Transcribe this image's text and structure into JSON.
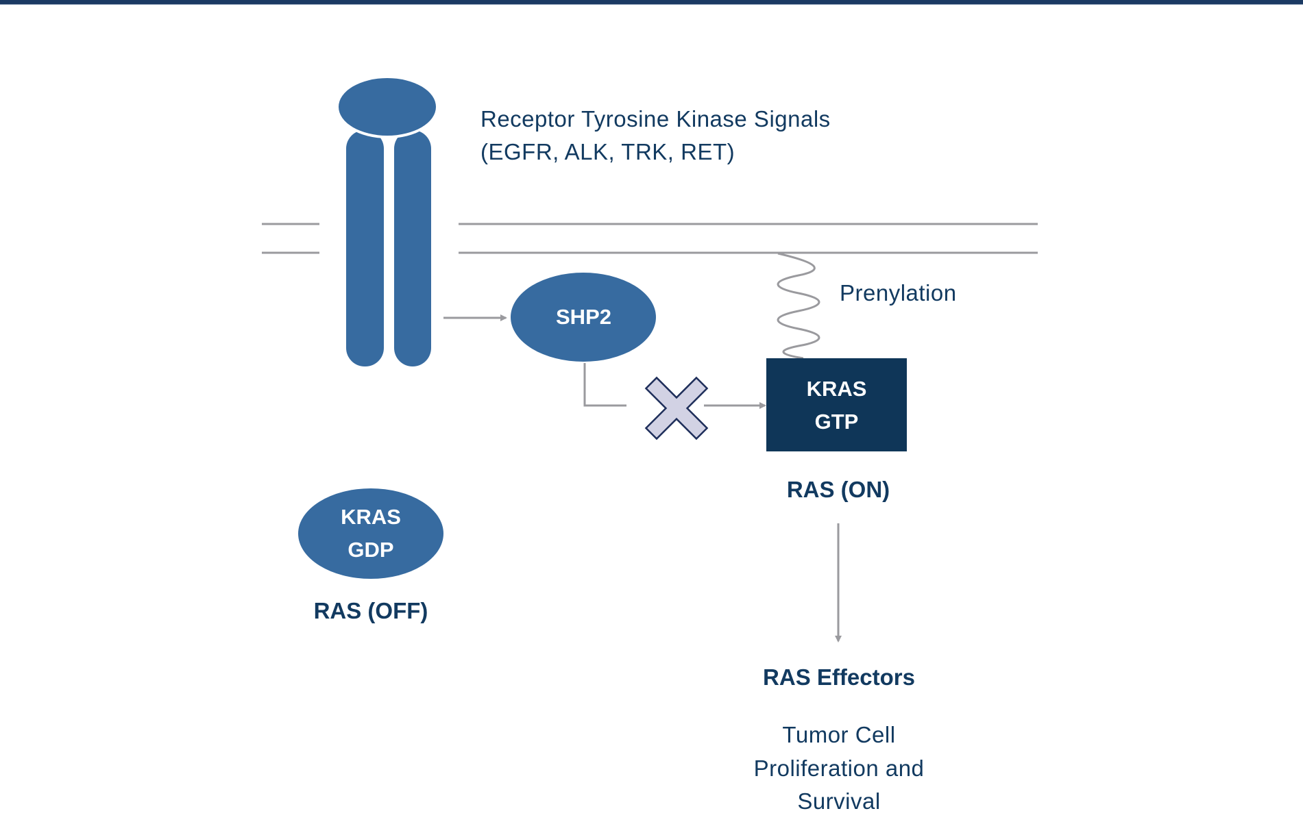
{
  "header_bar": {
    "color": "#1b3a63"
  },
  "colors": {
    "node_fill": "#376ba0",
    "active_node_fill": "#0f3658",
    "text_dark": "#123a60",
    "arrow_gray": "#9a9a9e",
    "membrane_gray": "#9a9a9e",
    "inhibitor_fill": "#d2d2e4",
    "inhibitor_stroke": "#1e2e5a"
  },
  "receptor": {
    "title_line1": "Receptor Tyrosine Kinase Signals",
    "title_line2": "(EGFR, ALK, TRK, RET)"
  },
  "nodes": {
    "shp2": {
      "label": "SHP2"
    },
    "kras_gtp": {
      "line1": "KRAS",
      "line2": "GTP",
      "caption": "RAS (ON)"
    },
    "kras_gdp": {
      "line1": "KRAS",
      "line2": "GDP",
      "caption": "RAS (OFF)"
    }
  },
  "annotations": {
    "prenylation": "Prenylation",
    "effectors_title": "RAS Effectors",
    "effect_line1": "Tumor Cell",
    "effect_line2": "Proliferation and",
    "effect_line3": "Survival"
  },
  "edges": [
    {
      "from": "receptor",
      "to": "shp2",
      "type": "activation"
    },
    {
      "from": "shp2",
      "to": "kras_gtp",
      "type": "blocked",
      "marker": "x-inhibitor"
    },
    {
      "from": "kras_gtp",
      "to": "ras_effectors",
      "type": "activation"
    },
    {
      "from": "membrane",
      "to": "kras_gtp",
      "type": "prenylation-anchor"
    }
  ]
}
